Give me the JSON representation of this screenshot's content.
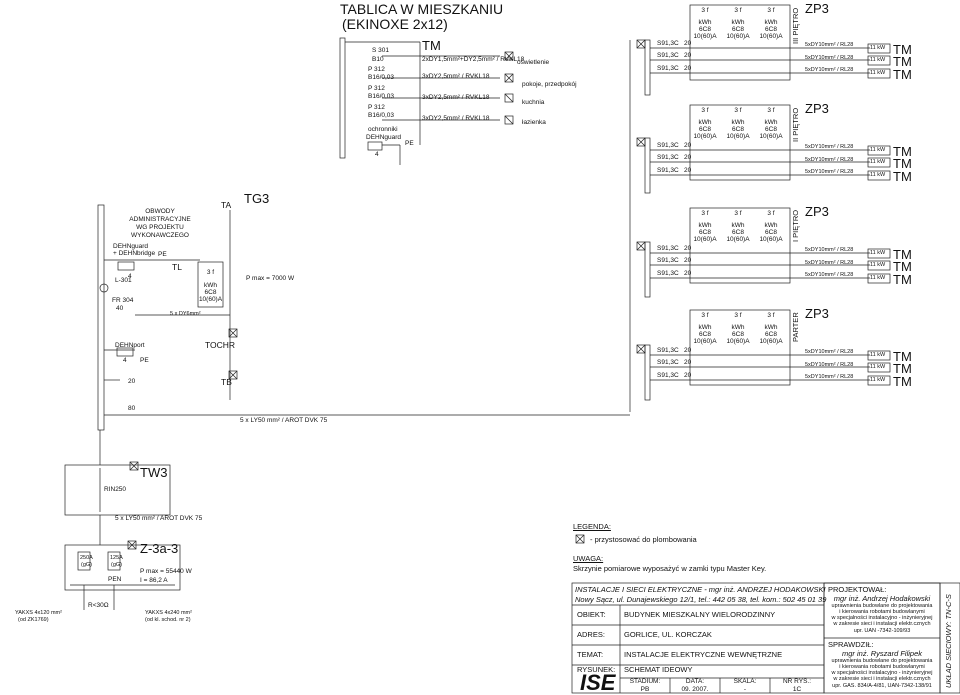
{
  "title": {
    "line1": "TABLICA W MIESZKANIU",
    "line2": "(EKINOXE 2x12)"
  },
  "apartment_panel": {
    "breakers": [
      {
        "type": "S 301",
        "value": "B10"
      },
      {
        "type": "P 312",
        "value": "B16/0,03"
      },
      {
        "type": "P 312",
        "value": "B16/0,03"
      },
      {
        "type": "P 312",
        "value": "B16/0,03"
      }
    ],
    "protection": [
      "ochronniki",
      "DEHNguard"
    ],
    "count": "4",
    "pe": "PE",
    "tm": "TM",
    "cables": [
      "2xDY1,5mm²+DY2,5mm² / RVKL18",
      "3xDY2,5mm² / RVKL18",
      "3xDY2,5mm² / RVKL18",
      "3xDY2,5mm² / RVKL18"
    ],
    "circuits": [
      "oświetlenie",
      "pokoje, przedpokój",
      "kuchnia",
      "łazienka"
    ]
  },
  "floors": [
    {
      "zone": "ZP3",
      "name": "III PIĘTRO"
    },
    {
      "zone": "ZP3",
      "name": "II PIĘTRO"
    },
    {
      "zone": "ZP3",
      "name": "I PIĘTRO"
    },
    {
      "zone": "ZP3",
      "name": "PARTER"
    }
  ],
  "meter": {
    "phases": "3 f",
    "unit": "kWh",
    "class": "6C8",
    "current": "10(60)A"
  },
  "switch_label": {
    "name": "S91,3C",
    "value": "20"
  },
  "feeder_cable": "5xDY10mm² / RL28",
  "kw_label": "11 kW",
  "tm_label": "TM",
  "admin": {
    "note": [
      "OBWODY",
      "ADMINISTRACYJNE",
      "WG PROJEKTU",
      "WYKONAWCZEGO"
    ],
    "dehnguard": [
      "DEHNguard",
      "+ DEHNbridge"
    ],
    "count": "4",
    "pe": "PE",
    "l301": "L-301",
    "fr": [
      "FR 304",
      "40"
    ],
    "dehnport": "DEHNport",
    "count2": "4",
    "pe2": "PE",
    "rating20": "20",
    "rating80": "80",
    "ta": "TA",
    "tl": "TL",
    "tg3": "TG3",
    "tochr": "TOCHR",
    "tb": "TB",
    "cable_dy6": "5 x DY6mm²",
    "pmax": "P max = 7000 W",
    "meter": {
      "phases": "3 f",
      "unit": "kWh",
      "class": "6C8",
      "current": "10(60)A"
    }
  },
  "main_cable": "5 x LY50 mm² / AROT DVK 75",
  "tw3": {
    "label": "TW3",
    "switch": "RIN250"
  },
  "zacs": {
    "label": "Z-3a-3",
    "cable": "5 x LY50 mm² / AROT DVK 75",
    "fuse1": [
      "250A",
      "(gG)"
    ],
    "fuse2": [
      "125A",
      "(gG)"
    ],
    "pen": "PEN",
    "pmax": "P max = 55440 W",
    "current": "I = 86,2 A",
    "earth": "R<30Ω",
    "cable_left": [
      "YAKXS 4x120 mm²",
      "(od ZK1769)"
    ],
    "cable_right": [
      "YAKXS 4x240 mm²",
      "(od kl. schod. nr 2)"
    ]
  },
  "legend": {
    "title": "LEGENDA:",
    "item": "-    przystosować do plombowania",
    "note_title": "UWAGA:",
    "note": "Skrzynie pomiarowe wyposażyć w zamki typu Master Key."
  },
  "titleblock": {
    "company": "INSTALACJE I SIECI ELEKTRYCZNE - mgr inż. ANDRZEJ HODAKOWSKI",
    "address": "Nowy Sącz, ul. Dunajewskiego 12/1, tel.: 442 05 38, tel. kom.: 502 45 01 39",
    "rows": [
      {
        "label": "OBIEKT:",
        "value": "BUDYNEK MIESZKALNY WIELORODZINNY"
      },
      {
        "label": "ADRES:",
        "value": "GORLICE, UL. KORCZAK"
      },
      {
        "label": "TEMAT:",
        "value": "INSTALACJE ELEKTRYCZNE WEWNĘTRZNE"
      },
      {
        "label": "RYSUNEK:",
        "value": "SCHEMAT IDEOWY"
      }
    ],
    "logo": "ISE",
    "foot_labels": [
      "STADIUM:",
      "DATA:",
      "SKALA:",
      "NR RYS.:"
    ],
    "foot_values": [
      "PB",
      "09. 2007.",
      "-",
      "1C"
    ],
    "designer_title": "PROJEKTOWAŁ:",
    "designer_name": "mgr inż. Andrzej Hodakowski",
    "designer_lines": [
      "uprawnienia budowlane do projektowania",
      "i kierowania robotami budowlanymi",
      "w specjalności instalacyjno - inżynieryjnej",
      "w zakresie sieci i instalacji elektr.cznych",
      "upr. UAN -7342-109/93"
    ],
    "checker_title": "SPRAWDZIŁ:",
    "checker_name": "mgr inż. Ryszard Filipek",
    "checker_lines": [
      "uprawnienia budowlane do projektowania",
      "i kierowania robotami budowlanymi",
      "w specjalności instalacyjno - inżynieryjnej",
      "w zakresie sieci i instalacji elektr.cznych",
      "upr. GAS. 834/A-4/81, UAN-7342-138/91"
    ],
    "sheet_side": "UKŁAD SIECIOWY: TN-C-S"
  }
}
